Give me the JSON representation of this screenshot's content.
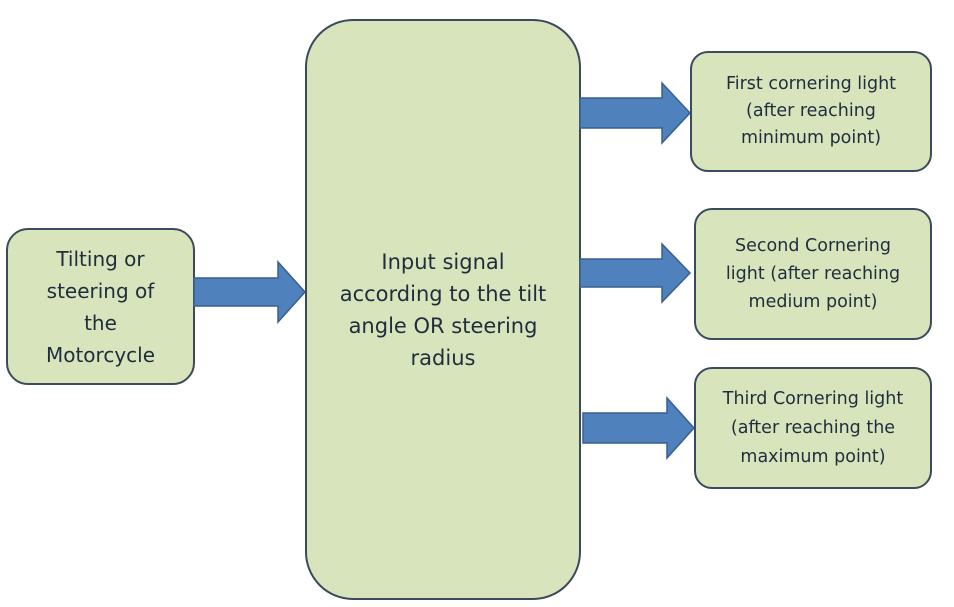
{
  "diagram": {
    "input_box": {
      "text": "Tilting or\nsteering of\nthe\nMotorcycle"
    },
    "center_box": {
      "text": "Input signal\naccording to the tilt\nangle OR steering\nradius"
    },
    "outputs": [
      {
        "text": "First cornering light\n(after reaching\nminimum point)"
      },
      {
        "text": "Second Cornering\nlight (after reaching\nmedium point)"
      },
      {
        "text": "Third Cornering light\n(after reaching the\nmaximum point)"
      }
    ],
    "colors": {
      "box_fill": "#d8e4bc",
      "box_border": "#3b4a5c",
      "arrow_fill": "#4f81bd",
      "text": "#1f2d3d"
    }
  }
}
